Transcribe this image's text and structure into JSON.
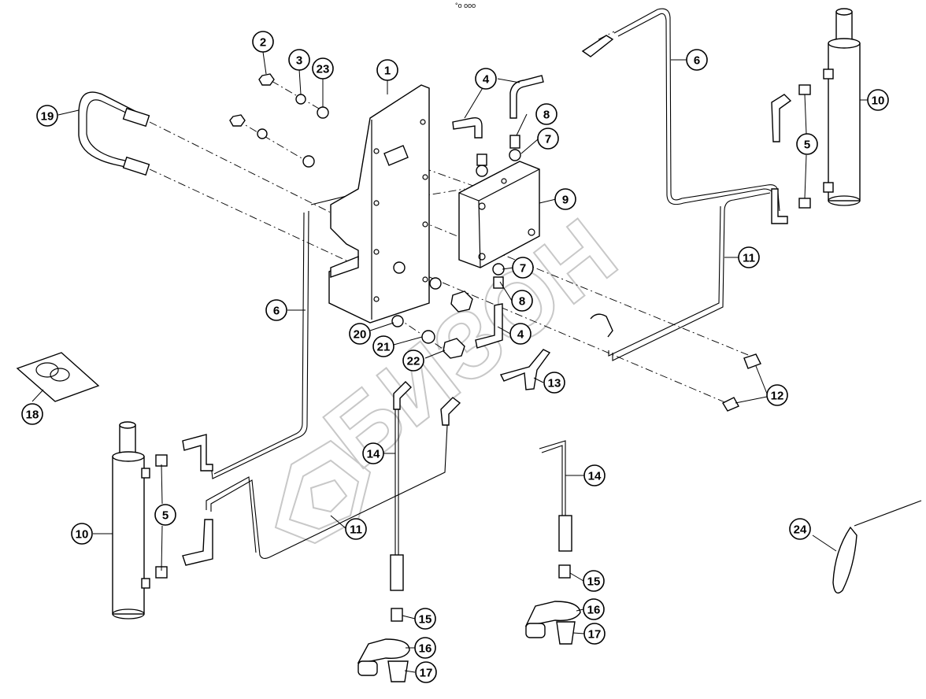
{
  "corner_marker": "°o ooo",
  "watermark": {
    "text": "БИЗОН"
  },
  "callouts": [
    {
      "id": "callout-1",
      "label": "1"
    },
    {
      "id": "callout-2",
      "label": "2"
    },
    {
      "id": "callout-3",
      "label": "3"
    },
    {
      "id": "callout-23",
      "label": "23"
    },
    {
      "id": "callout-19",
      "label": "19"
    },
    {
      "id": "callout-4-top",
      "label": "4"
    },
    {
      "id": "callout-8-top",
      "label": "8"
    },
    {
      "id": "callout-7-top",
      "label": "7"
    },
    {
      "id": "callout-9",
      "label": "9"
    },
    {
      "id": "callout-6-top",
      "label": "6"
    },
    {
      "id": "callout-10-right",
      "label": "10"
    },
    {
      "id": "callout-5-right",
      "label": "5"
    },
    {
      "id": "callout-11-right",
      "label": "11"
    },
    {
      "id": "callout-7-mid",
      "label": "7"
    },
    {
      "id": "callout-8-mid",
      "label": "8"
    },
    {
      "id": "callout-4-mid",
      "label": "4"
    },
    {
      "id": "callout-6-left",
      "label": "6"
    },
    {
      "id": "callout-20",
      "label": "20"
    },
    {
      "id": "callout-21",
      "label": "21"
    },
    {
      "id": "callout-22",
      "label": "22"
    },
    {
      "id": "callout-13",
      "label": "13"
    },
    {
      "id": "callout-12",
      "label": "12"
    },
    {
      "id": "callout-18",
      "label": "18"
    },
    {
      "id": "callout-14-left",
      "label": "14"
    },
    {
      "id": "callout-14-right",
      "label": "14"
    },
    {
      "id": "callout-10-left",
      "label": "10"
    },
    {
      "id": "callout-5-left",
      "label": "5"
    },
    {
      "id": "callout-11-left",
      "label": "11"
    },
    {
      "id": "callout-24",
      "label": "24"
    },
    {
      "id": "callout-15-right",
      "label": "15"
    },
    {
      "id": "callout-16-right",
      "label": "16"
    },
    {
      "id": "callout-17-right",
      "label": "17"
    },
    {
      "id": "callout-15-left",
      "label": "15"
    },
    {
      "id": "callout-16-left",
      "label": "16"
    },
    {
      "id": "callout-17-left",
      "label": "17"
    }
  ]
}
